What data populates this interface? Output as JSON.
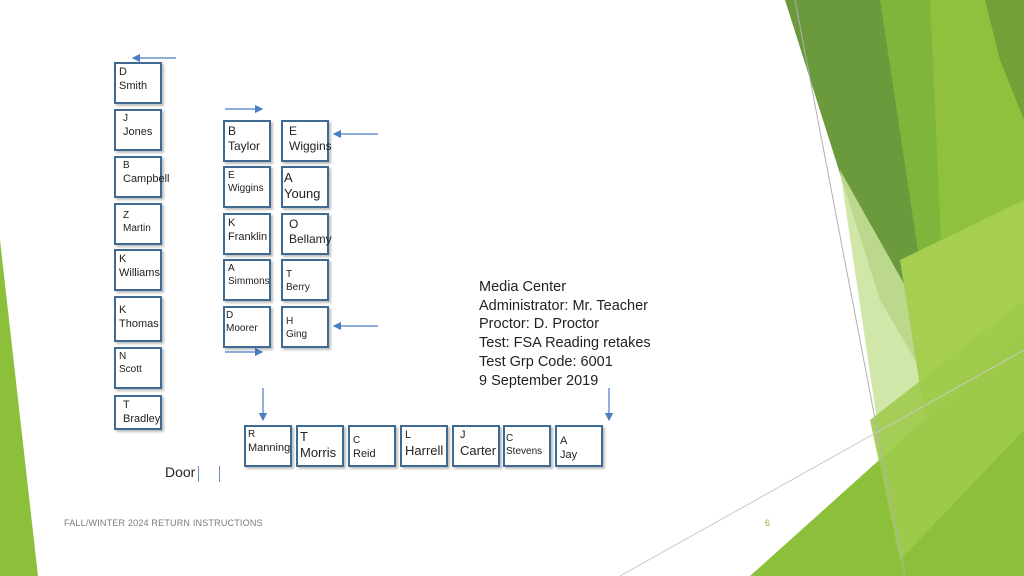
{
  "seats": {
    "left_column": [
      {
        "initial": "D",
        "name": "Smith"
      },
      {
        "initial": "J",
        "name": "Jones"
      },
      {
        "initial": "B",
        "name": "Campbell"
      },
      {
        "initial": "Z",
        "name": "Martin"
      },
      {
        "initial": "K",
        "name": "Williams"
      },
      {
        "initial": "K",
        "name": "Thomas"
      },
      {
        "initial": "N",
        "name": "Scott"
      },
      {
        "initial": "T",
        "name": "Bradley"
      }
    ],
    "middle_left": [
      {
        "initial": "B",
        "name": "Taylor"
      },
      {
        "initial": "E",
        "name": "Wiggins"
      },
      {
        "initial": "K",
        "name": "Franklin"
      },
      {
        "initial": "A",
        "name": "Simmons"
      },
      {
        "initial": "D",
        "name": "Moorer"
      }
    ],
    "middle_right": [
      {
        "initial": "E",
        "name": "Wiggins"
      },
      {
        "initial": "A",
        "name": "Young"
      },
      {
        "initial": "O",
        "name": "Bellamy"
      },
      {
        "initial": "T",
        "name": "Berry"
      },
      {
        "initial": "H",
        "name": "Ging"
      }
    ],
    "bottom_row": [
      {
        "initial": "R",
        "name": "Manning"
      },
      {
        "initial": "T",
        "name": "Morris"
      },
      {
        "initial": "C",
        "name": "Reid"
      },
      {
        "initial": "L",
        "name": "Harrell"
      },
      {
        "initial": "J",
        "name": "Carter"
      },
      {
        "initial": "C",
        "name": "Stevens"
      },
      {
        "initial": "A",
        "name": "Jay"
      }
    ]
  },
  "info": {
    "location": "Media Center",
    "administrator": "Administrator: Mr. Teacher",
    "proctor": "Proctor: D. Proctor",
    "test": "Test: FSA Reading retakes",
    "group_code": "Test Grp Code: 6001",
    "date": "9 September 2019"
  },
  "door_label": "Door",
  "footer": "FALL/WINTER 2024 RETURN INSTRUCTIONS",
  "page_number": "6",
  "colors": {
    "seat_border": "#3f6b93",
    "arrow": "#4a7fc1",
    "green_dark": "#6e9a3c",
    "green_mid": "#8cc03a",
    "green_light": "#b5d96a",
    "page_number": "#8bb63a"
  }
}
